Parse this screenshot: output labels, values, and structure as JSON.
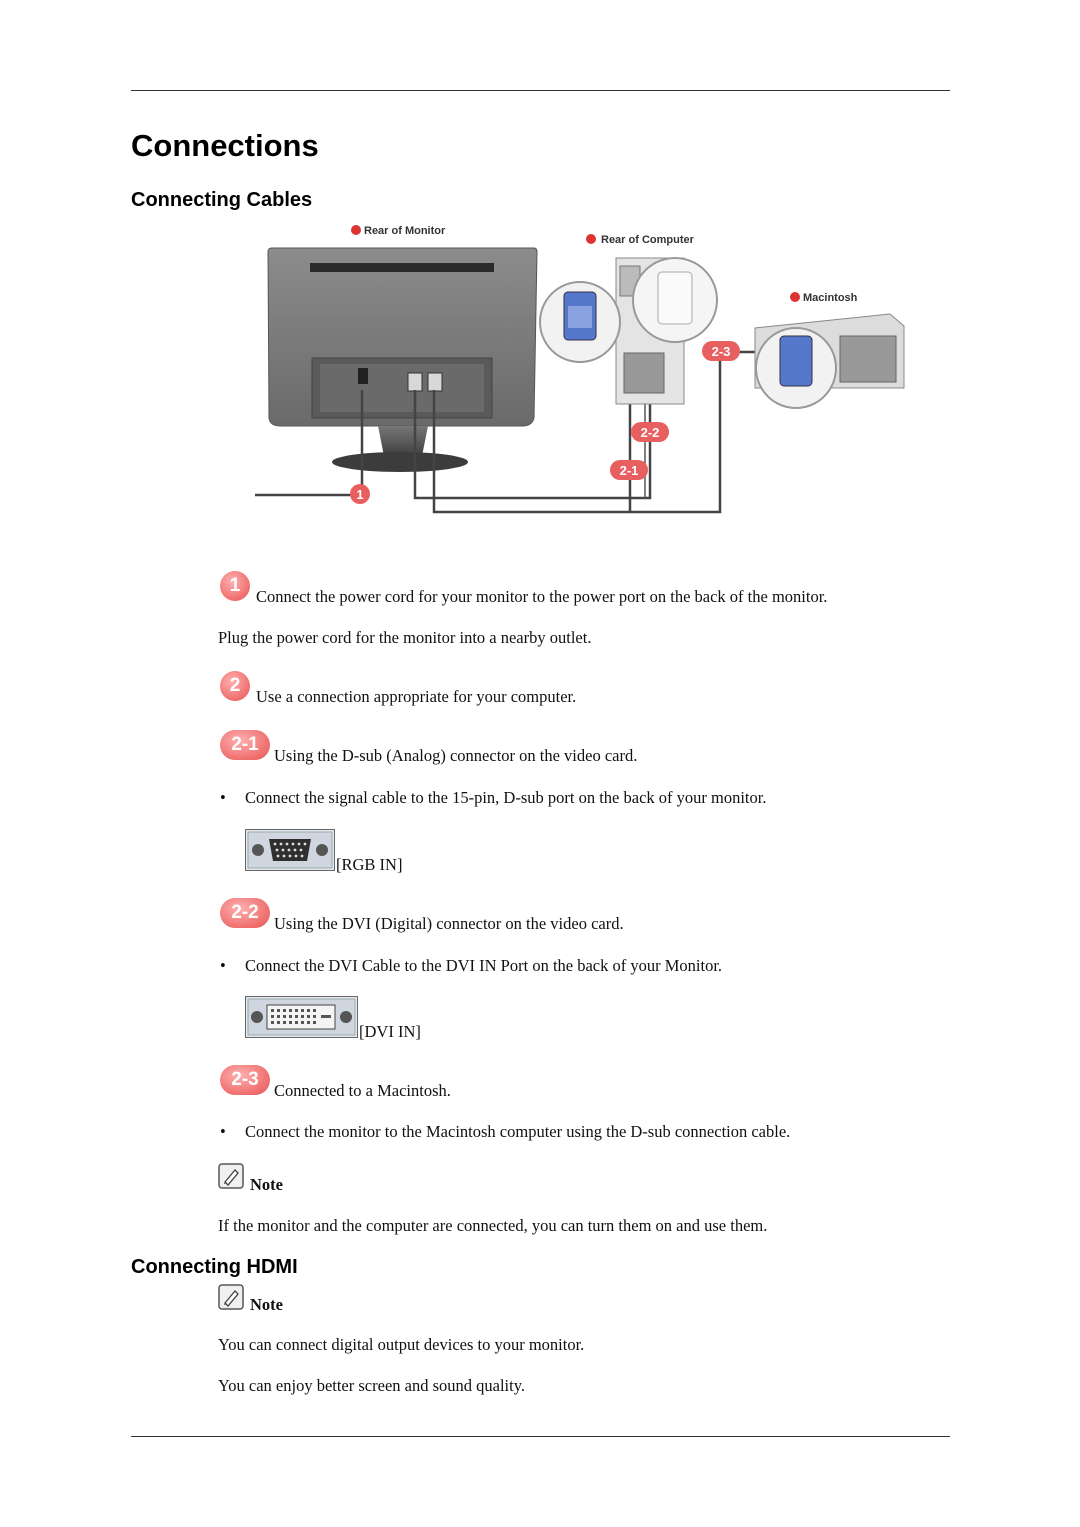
{
  "page": {
    "title": "Connections",
    "section1_title": "Connecting Cables",
    "section2_title": "Connecting HDMI"
  },
  "diagram": {
    "rear_monitor": "Rear of Monitor",
    "rear_computer": "Rear of Computer",
    "macintosh": "Macintosh",
    "b1": "1",
    "b21": "2-1",
    "b22": "2-2",
    "b23": "2-3",
    "accent": "#e85f5f"
  },
  "steps": {
    "s1_badge": "1",
    "s1_text": "Connect the power cord for your monitor to the power port on the back of the monitor.",
    "s1_sub": "Plug the power cord for the monitor into a nearby outlet.",
    "s2_badge": "2",
    "s2_text": "Use a connection appropriate for your computer.",
    "s21_badge": "2-1",
    "s21_text": "Using the D-sub (Analog) connector on the video card.",
    "s21_bullet": "Connect the signal cable to the 15-pin, D-sub port on the back of your monitor.",
    "s21_port": "[RGB IN]",
    "s22_badge": "2-2",
    "s22_text": "Using the DVI (Digital) connector on the video card.",
    "s22_bullet": "Connect the DVI Cable to the DVI IN Port on the back of your Monitor.",
    "s22_port": "[DVI IN]",
    "s23_badge": "2-3",
    "s23_text": "Connected to a Macintosh.",
    "s23_bullet": "Connect the monitor to the Macintosh computer using the D-sub connection cable.",
    "bullet_char": "•"
  },
  "note1": {
    "label": "Note",
    "text": "If the monitor and the computer are connected, you can turn them on and use them."
  },
  "note2": {
    "label": "Note",
    "line1": "You can connect digital output devices to your monitor.",
    "line2": "You can enjoy better screen and sound quality."
  }
}
